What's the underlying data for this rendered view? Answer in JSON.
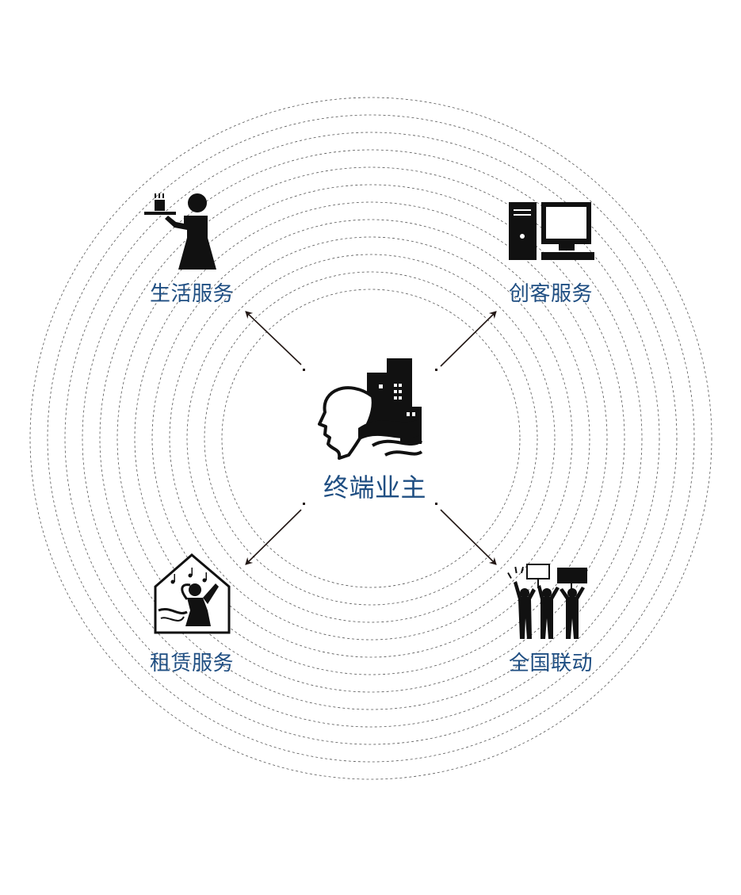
{
  "center": {
    "label": "终端业主",
    "icon": "woman-city-icon"
  },
  "nodes": [
    {
      "id": "life",
      "label": "生活服务",
      "icon": "waiter-icon"
    },
    {
      "id": "maker",
      "label": "创客服务",
      "icon": "computer-icon"
    },
    {
      "id": "rental",
      "label": "租赁服务",
      "icon": "house-music-icon"
    },
    {
      "id": "national",
      "label": "全国联动",
      "icon": "crowd-protest-icon"
    }
  ],
  "colors": {
    "label": "#1f4e82",
    "arrow": "#231815",
    "ring": "#444444",
    "icon": "#111111"
  }
}
